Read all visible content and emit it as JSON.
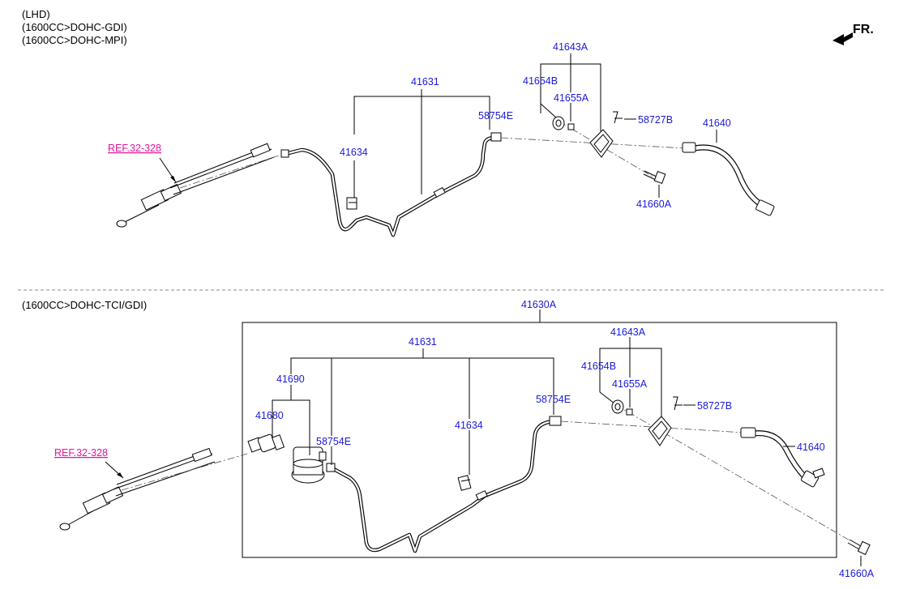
{
  "header": {
    "line1": "(LHD)",
    "line2": "(1600CC>DOHC-GDI)",
    "line3": "(1600CC>DOHC-MPI)"
  },
  "direction": {
    "label": "FR."
  },
  "top": {
    "ref": "REF.32-328",
    "p41631": "41631",
    "p41634": "41634",
    "p58754E": "58754E",
    "p41643A": "41643A",
    "p41654B": "41654B",
    "p41655A": "41655A",
    "p58727B": "58727B",
    "p41640": "41640",
    "p41660A": "41660A"
  },
  "bottom": {
    "variant": "(1600CC>DOHC-TCI/GDI)",
    "assembly": "41630A",
    "ref": "REF.32-328",
    "p41631": "41631",
    "p41690": "41690",
    "p41680": "41680",
    "p58754E_a": "58754E",
    "p41634": "41634",
    "p58754E_b": "58754E",
    "p41643A": "41643A",
    "p41654B": "41654B",
    "p41655A": "41655A",
    "p58727B": "58727B",
    "p41640": "41640",
    "p41660A": "41660A"
  }
}
